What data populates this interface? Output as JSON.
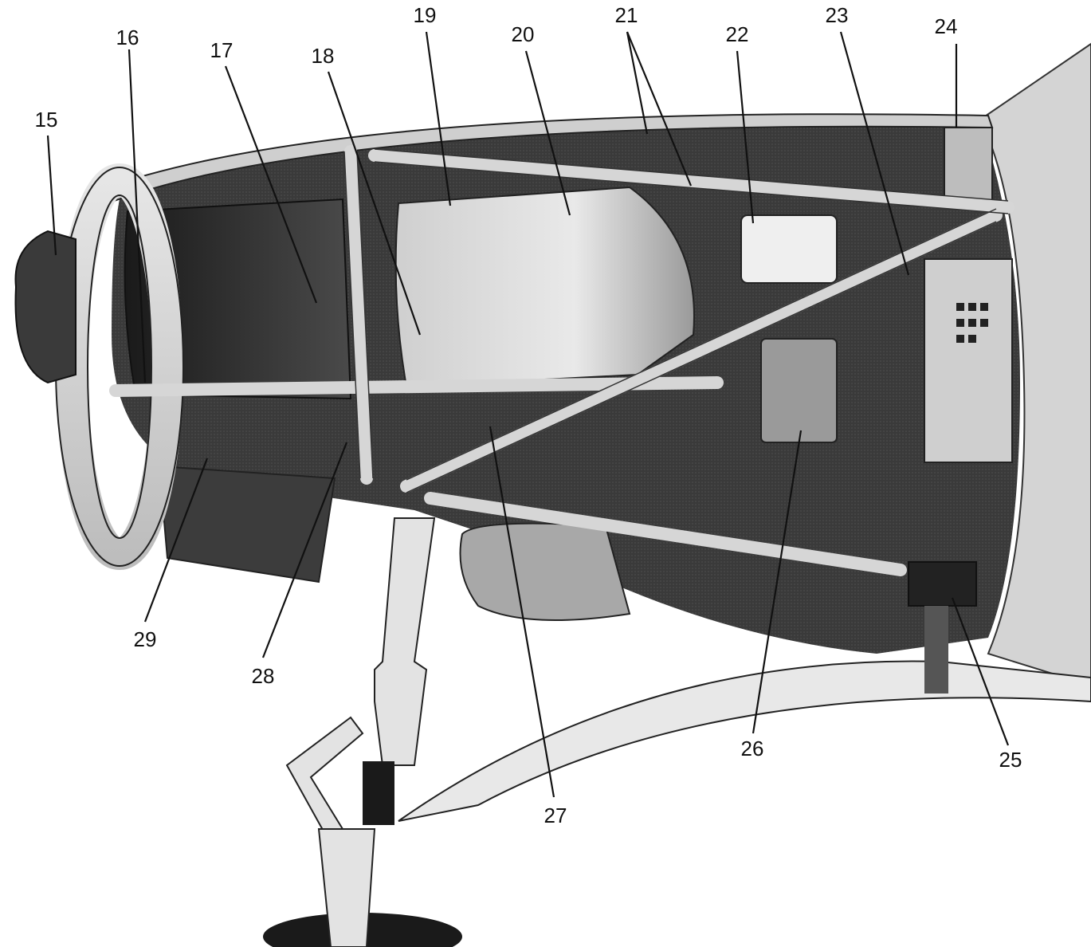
{
  "callouts": [
    "15",
    "16",
    "17",
    "18",
    "19",
    "20",
    "21",
    "22",
    "23",
    "24",
    "25",
    "26",
    "27",
    "28",
    "29"
  ],
  "colors": {
    "ink": "#111111",
    "metal_dark": "#2b2b2b",
    "metal_mid": "#6e6e6e",
    "metal_light": "#d9d9d9",
    "paper": "#ffffff"
  }
}
